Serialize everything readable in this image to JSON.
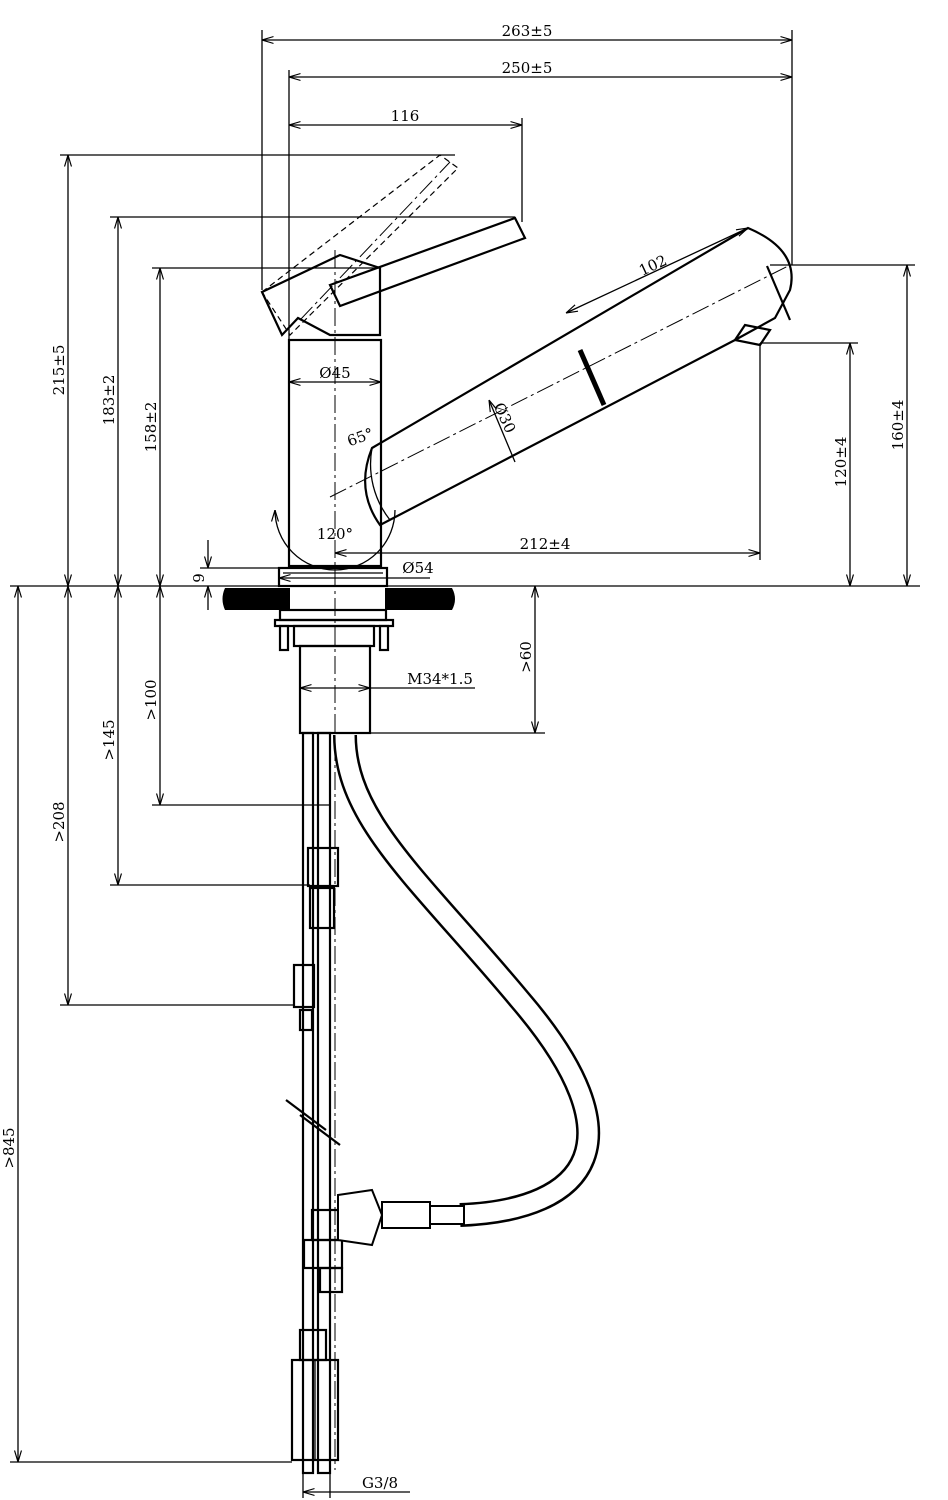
{
  "drawing": {
    "dimensions": {
      "overall_width": "263±5",
      "spout_reach": "250±5",
      "lever_reach": "116",
      "spray_head_length": "102",
      "body_diameter": "Ø45",
      "spout_diameter": "Ø30",
      "spout_angle": "65°",
      "swivel_angle": "120°",
      "outlet_reach": "212±4",
      "base_diameter": "Ø54",
      "base_height": "9",
      "lever_raised_height": "215±5",
      "lever_height": "183±2",
      "body_height": "158±2",
      "spout_height": "160±4",
      "outlet_height": "120±4",
      "shank_length": ">60",
      "thread": "M34*1.5",
      "depth_100": ">100",
      "depth_145": ">145",
      "depth_208": ">208",
      "hose_length": ">845",
      "connection": "G3/8"
    }
  }
}
